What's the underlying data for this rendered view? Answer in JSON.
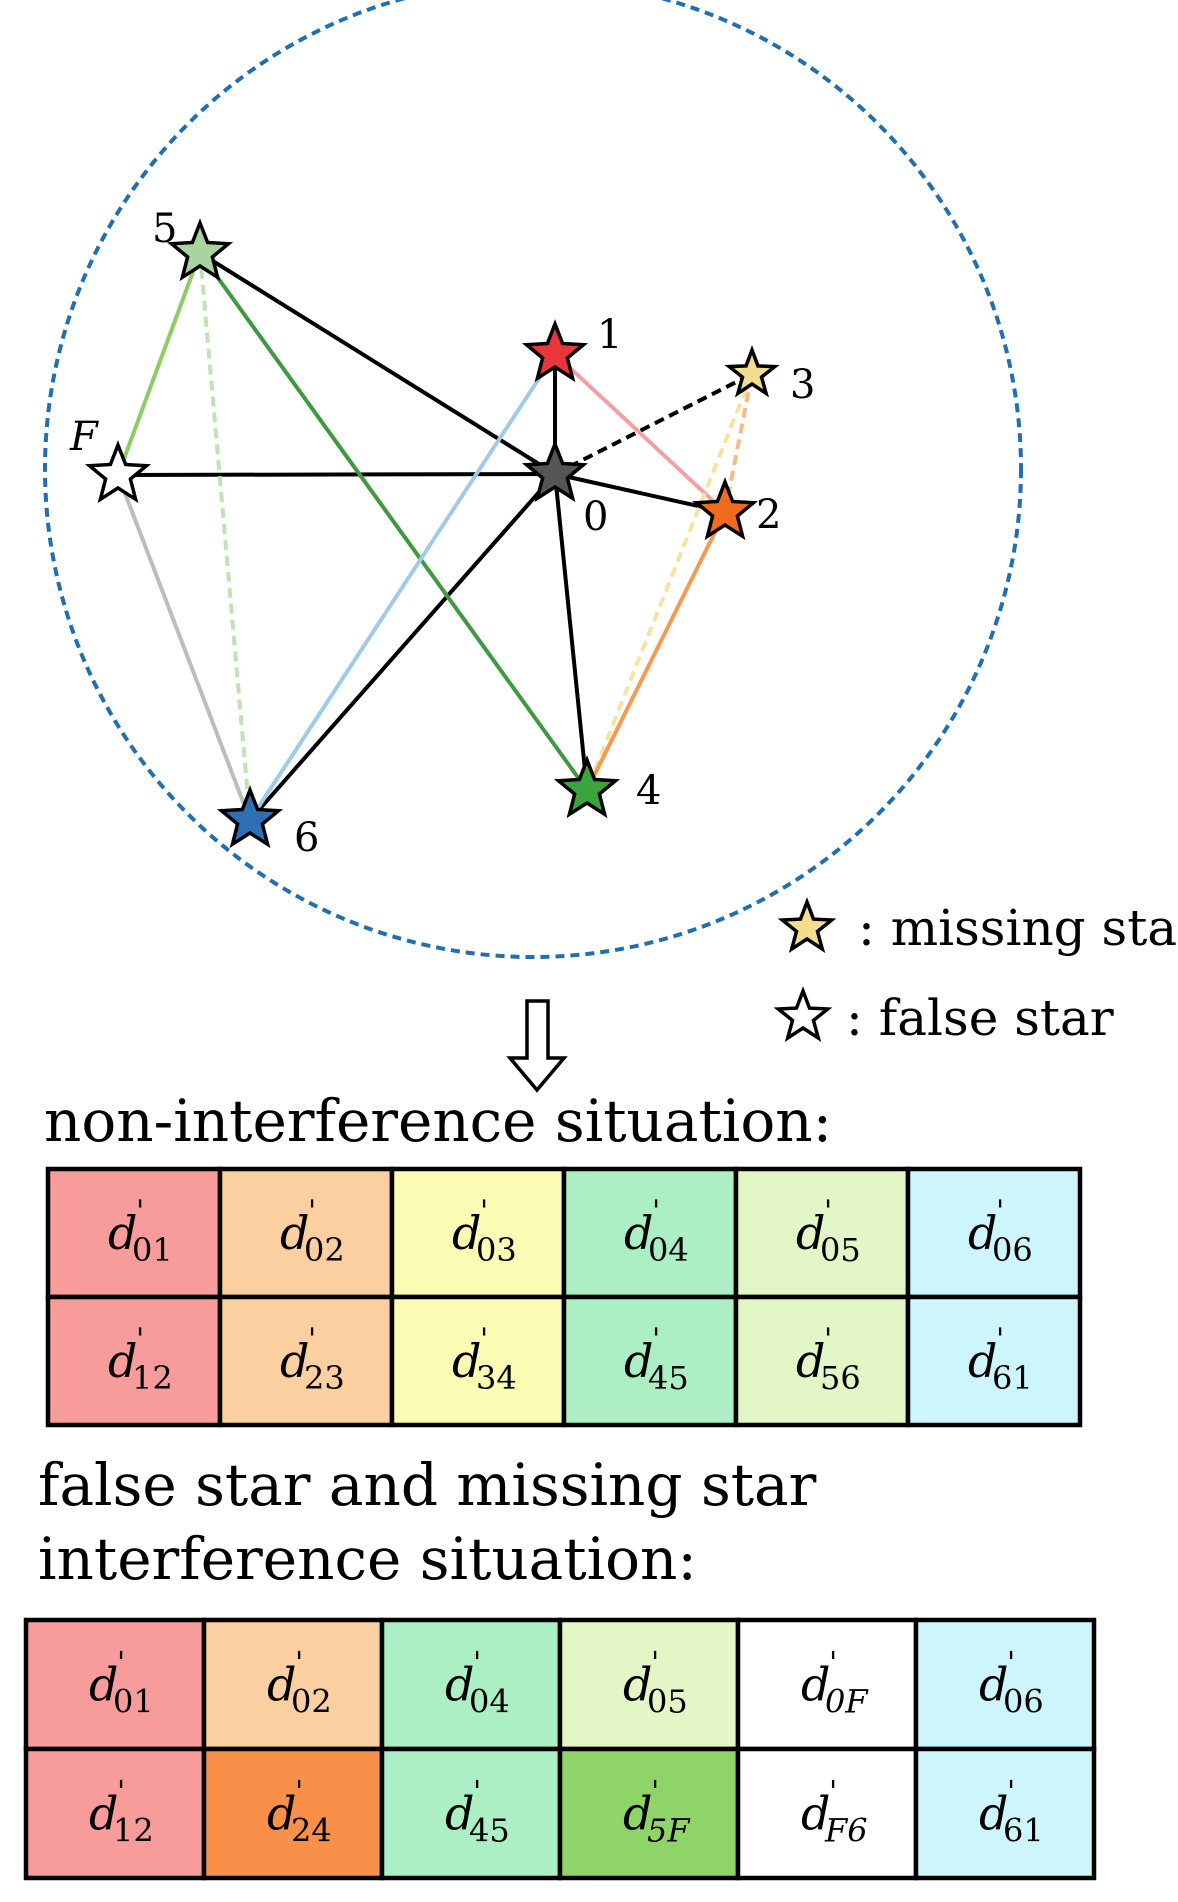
{
  "stars": [
    {
      "id": "0",
      "label": "0",
      "color": "#555555"
    },
    {
      "id": "1",
      "label": "1",
      "color": "#e8363c"
    },
    {
      "id": "2",
      "label": "2",
      "color": "#f26b1d"
    },
    {
      "id": "3",
      "label": "3",
      "color": "#f3dd8e"
    },
    {
      "id": "4",
      "label": "4",
      "color": "#3aa53a"
    },
    {
      "id": "5",
      "label": "5",
      "color": "#a8d4a0"
    },
    {
      "id": "6",
      "label": "6",
      "color": "#2f6fb6"
    },
    {
      "id": "F",
      "label": "F",
      "color": "#ffffff"
    }
  ],
  "edges": [
    {
      "from": "5",
      "to": "0",
      "color": "#000000",
      "dashed": false
    },
    {
      "from": "F",
      "to": "0",
      "color": "#000000",
      "dashed": false
    },
    {
      "from": "1",
      "to": "0",
      "color": "#000000",
      "dashed": false
    },
    {
      "from": "0",
      "to": "2",
      "color": "#000000",
      "dashed": false
    },
    {
      "from": "0",
      "to": "4",
      "color": "#000000",
      "dashed": false
    },
    {
      "from": "0",
      "to": "6",
      "color": "#000000",
      "dashed": false
    },
    {
      "from": "0",
      "to": "3",
      "color": "#000000",
      "dashed": true
    },
    {
      "from": "1",
      "to": "2",
      "color": "#f4a0a0",
      "dashed": false
    },
    {
      "from": "2",
      "to": "3",
      "color": "#f6b98a",
      "dashed": true
    },
    {
      "from": "3",
      "to": "4",
      "color": "#f7e3a0",
      "dashed": true
    },
    {
      "from": "2",
      "to": "4",
      "color": "#f59a50",
      "dashed": false
    },
    {
      "from": "5",
      "to": "4",
      "color": "#3f9a3f",
      "dashed": false
    },
    {
      "from": "5",
      "to": "F",
      "color": "#8cce62",
      "dashed": false
    },
    {
      "from": "5",
      "to": "6",
      "color": "#bfe3b2",
      "dashed": true
    },
    {
      "from": "F",
      "to": "6",
      "color": "#bdbdbd",
      "dashed": false
    },
    {
      "from": "1",
      "to": "6",
      "color": "#9fcbe8",
      "dashed": false
    }
  ],
  "fov_circle_color": "#1f6fb2",
  "legend": [
    {
      "icon": "missing-star-icon",
      "color": "#f3dd8e",
      "text": ": missing star"
    },
    {
      "icon": "false-star-icon",
      "color": "#ffffff",
      "text": ": false star"
    }
  ],
  "arrow": "down-arrow-icon",
  "table1": {
    "title": "non-interference situation:",
    "rows": [
      [
        {
          "d": "d",
          "prime": "'",
          "sub": "01",
          "color": "#f89b9b"
        },
        {
          "d": "d",
          "prime": "'",
          "sub": "02",
          "color": "#fbcf9f"
        },
        {
          "d": "d",
          "prime": "'",
          "sub": "03",
          "color": "#fcfbb3"
        },
        {
          "d": "d",
          "prime": "'",
          "sub": "04",
          "color": "#acefc5"
        },
        {
          "d": "d",
          "prime": "'",
          "sub": "05",
          "color": "#e3f6c6"
        },
        {
          "d": "d",
          "prime": "'",
          "sub": "06",
          "color": "#cdf6fc"
        }
      ],
      [
        {
          "d": "d",
          "prime": "'",
          "sub": "12",
          "color": "#f89b9b"
        },
        {
          "d": "d",
          "prime": "'",
          "sub": "23",
          "color": "#fbcf9f"
        },
        {
          "d": "d",
          "prime": "'",
          "sub": "34",
          "color": "#fcfbb3"
        },
        {
          "d": "d",
          "prime": "'",
          "sub": "45",
          "color": "#acefc5"
        },
        {
          "d": "d",
          "prime": "'",
          "sub": "56",
          "color": "#e3f6c6"
        },
        {
          "d": "d",
          "prime": "'",
          "sub": "61",
          "color": "#cdf6fc"
        }
      ]
    ]
  },
  "table2": {
    "title_line1": "false star and missing star",
    "title_line2": "interference situation:",
    "rows": [
      [
        {
          "d": "d",
          "prime": "'",
          "sub": "01",
          "color": "#f89b9b"
        },
        {
          "d": "d",
          "prime": "'",
          "sub": "02",
          "color": "#fbcf9f"
        },
        {
          "d": "d",
          "prime": "'",
          "sub": "04",
          "color": "#acefc5"
        },
        {
          "d": "d",
          "prime": "'",
          "sub": "05",
          "color": "#e3f6c6"
        },
        {
          "d": "d",
          "prime": "'",
          "sub": "0F",
          "color": "#ffffff"
        },
        {
          "d": "d",
          "prime": "'",
          "sub": "06",
          "color": "#cdf6fc"
        }
      ],
      [
        {
          "d": "d",
          "prime": "'",
          "sub": "12",
          "color": "#f89b9b"
        },
        {
          "d": "d",
          "prime": "'",
          "sub": "24",
          "color": "#f9904a"
        },
        {
          "d": "d",
          "prime": "'",
          "sub": "45",
          "color": "#acefc5"
        },
        {
          "d": "d",
          "prime": "'",
          "sub": "5F",
          "color": "#8ed468"
        },
        {
          "d": "d",
          "prime": "'",
          "sub": "F6",
          "color": "#ffffff"
        },
        {
          "d": "d",
          "prime": "'",
          "sub": "61",
          "color": "#cdf6fc"
        }
      ]
    ]
  }
}
